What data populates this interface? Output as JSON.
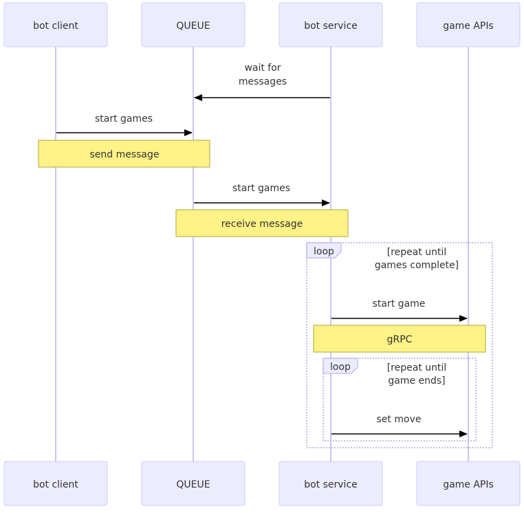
{
  "participants": [
    {
      "id": "bot_client",
      "label": "bot client"
    },
    {
      "id": "queue",
      "label": "QUEUE"
    },
    {
      "id": "bot_service",
      "label": "bot service"
    },
    {
      "id": "game_apis",
      "label": "game APIs"
    }
  ],
  "messages": [
    {
      "id": "wait_for_messages",
      "from": "bot_service",
      "to": "queue",
      "lines": [
        "wait for",
        "messages"
      ]
    },
    {
      "id": "start_games_1",
      "from": "bot_client",
      "to": "queue",
      "lines": [
        "start games"
      ]
    },
    {
      "id": "start_games_2",
      "from": "queue",
      "to": "bot_service",
      "lines": [
        "start games"
      ]
    },
    {
      "id": "start_game",
      "from": "bot_service",
      "to": "game_apis",
      "lines": [
        "start game"
      ]
    },
    {
      "id": "set_move",
      "from": "bot_service",
      "to": "game_apis",
      "lines": [
        "set move"
      ]
    }
  ],
  "notes": [
    {
      "id": "send_message",
      "over": [
        "bot_client",
        "queue"
      ],
      "label": "send message"
    },
    {
      "id": "receive_message",
      "over": [
        "queue",
        "bot_service"
      ],
      "label": "receive message"
    },
    {
      "id": "grpc",
      "over": [
        "bot_service",
        "game_apis"
      ],
      "label": "gRPC"
    }
  ],
  "loops": [
    {
      "id": "outer_loop",
      "tag": "loop",
      "condition": [
        "[repeat until",
        "games complete]"
      ]
    },
    {
      "id": "inner_loop",
      "tag": "loop",
      "condition": [
        "[repeat until",
        "game ends]"
      ]
    }
  ],
  "colors": {
    "actor_fill": "#ECECFF",
    "actor_stroke": "#ccccff",
    "lifeline": "#b3a6e6",
    "note_fill": "#FFF287",
    "note_stroke": "#aaaa33",
    "loop_stroke": "#b3a6e6",
    "loop_label_fill": "#ECECFF",
    "text": "#333333",
    "arrow": "#000000"
  }
}
